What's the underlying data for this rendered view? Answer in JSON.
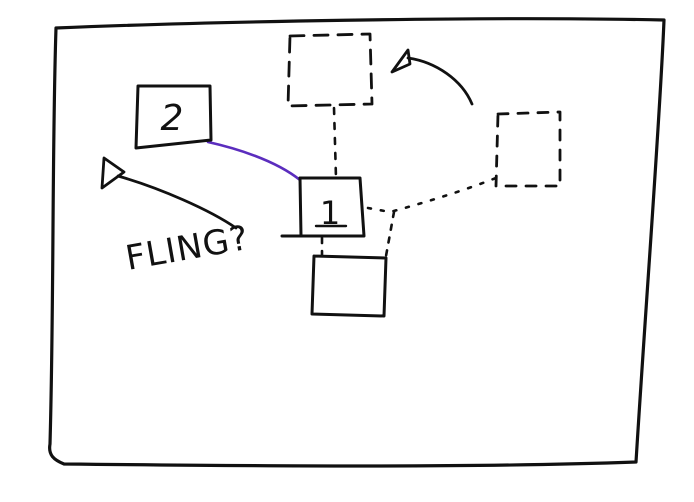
{
  "diagram": {
    "nodes": [
      {
        "id": "box-1",
        "label": "1",
        "style": "solid"
      },
      {
        "id": "box-2",
        "label": "2",
        "style": "solid"
      },
      {
        "id": "box-below",
        "label": "",
        "style": "solid"
      },
      {
        "id": "box-top",
        "label": "",
        "style": "dashed"
      },
      {
        "id": "box-right",
        "label": "",
        "style": "dashed"
      }
    ],
    "annotation": "FLING?",
    "colors": {
      "ink": "#111111",
      "link": "#5b2dbe",
      "background": "#ffffff"
    }
  }
}
